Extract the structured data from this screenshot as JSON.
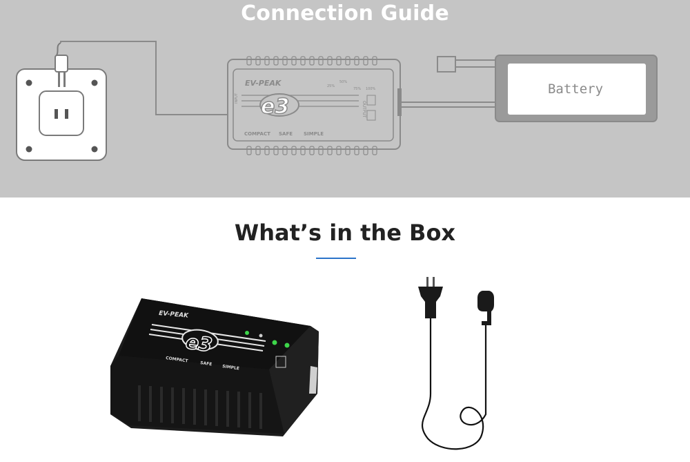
{
  "connection_guide": {
    "title": "Connection Guide",
    "charger": {
      "brand": "EV-PEAK",
      "model": "e3",
      "tags": [
        "COMPACT",
        "SAFE",
        "SIMPLE"
      ],
      "output_label": "OUTPUT",
      "input_label": "INPUT",
      "percent_labels": [
        "25%",
        "50%",
        "75%",
        "100%"
      ]
    },
    "battery_label": "Battery"
  },
  "box": {
    "title": "What’s in the Box",
    "items": [
      {
        "name": "charger"
      },
      {
        "name": "power cord"
      }
    ],
    "charger_product": {
      "brand": "EV-PEAK",
      "model": "e3",
      "tags": [
        "COMPACT",
        "SAFE",
        "SIMPLE"
      ]
    }
  },
  "colors": {
    "guide_bg": "#c5c5c5",
    "line_gray": "#8a8a8a",
    "accent_underline": "#2a73c9"
  }
}
